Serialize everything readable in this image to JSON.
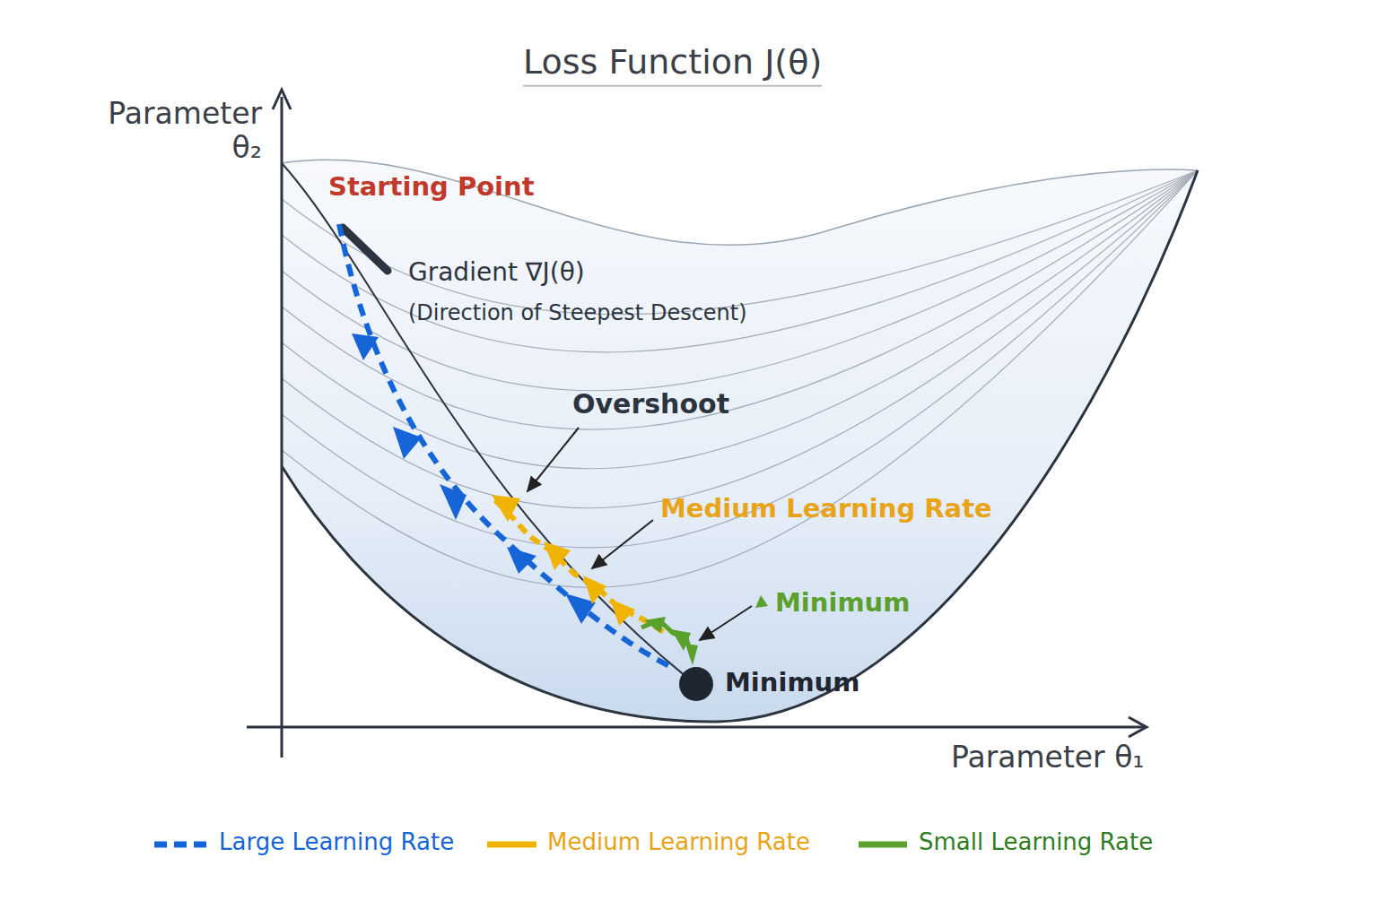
{
  "diagram": {
    "title": "Loss Function J(θ)",
    "labels": [
      "Parameter θ₂",
      "Parameter θ₁",
      "Starting Point",
      "Gradient ∇J(θ)",
      "(Direction of Steepest Descent)",
      "Overshoot",
      "Medium Learning Rate",
      "Minimum",
      "Minimum"
    ],
    "legend": [
      {
        "text": "Large Learning Rate"
      },
      {
        "text": "Medium Learning Rate"
      },
      {
        "text": "Small Learning Rate"
      }
    ]
  }
}
